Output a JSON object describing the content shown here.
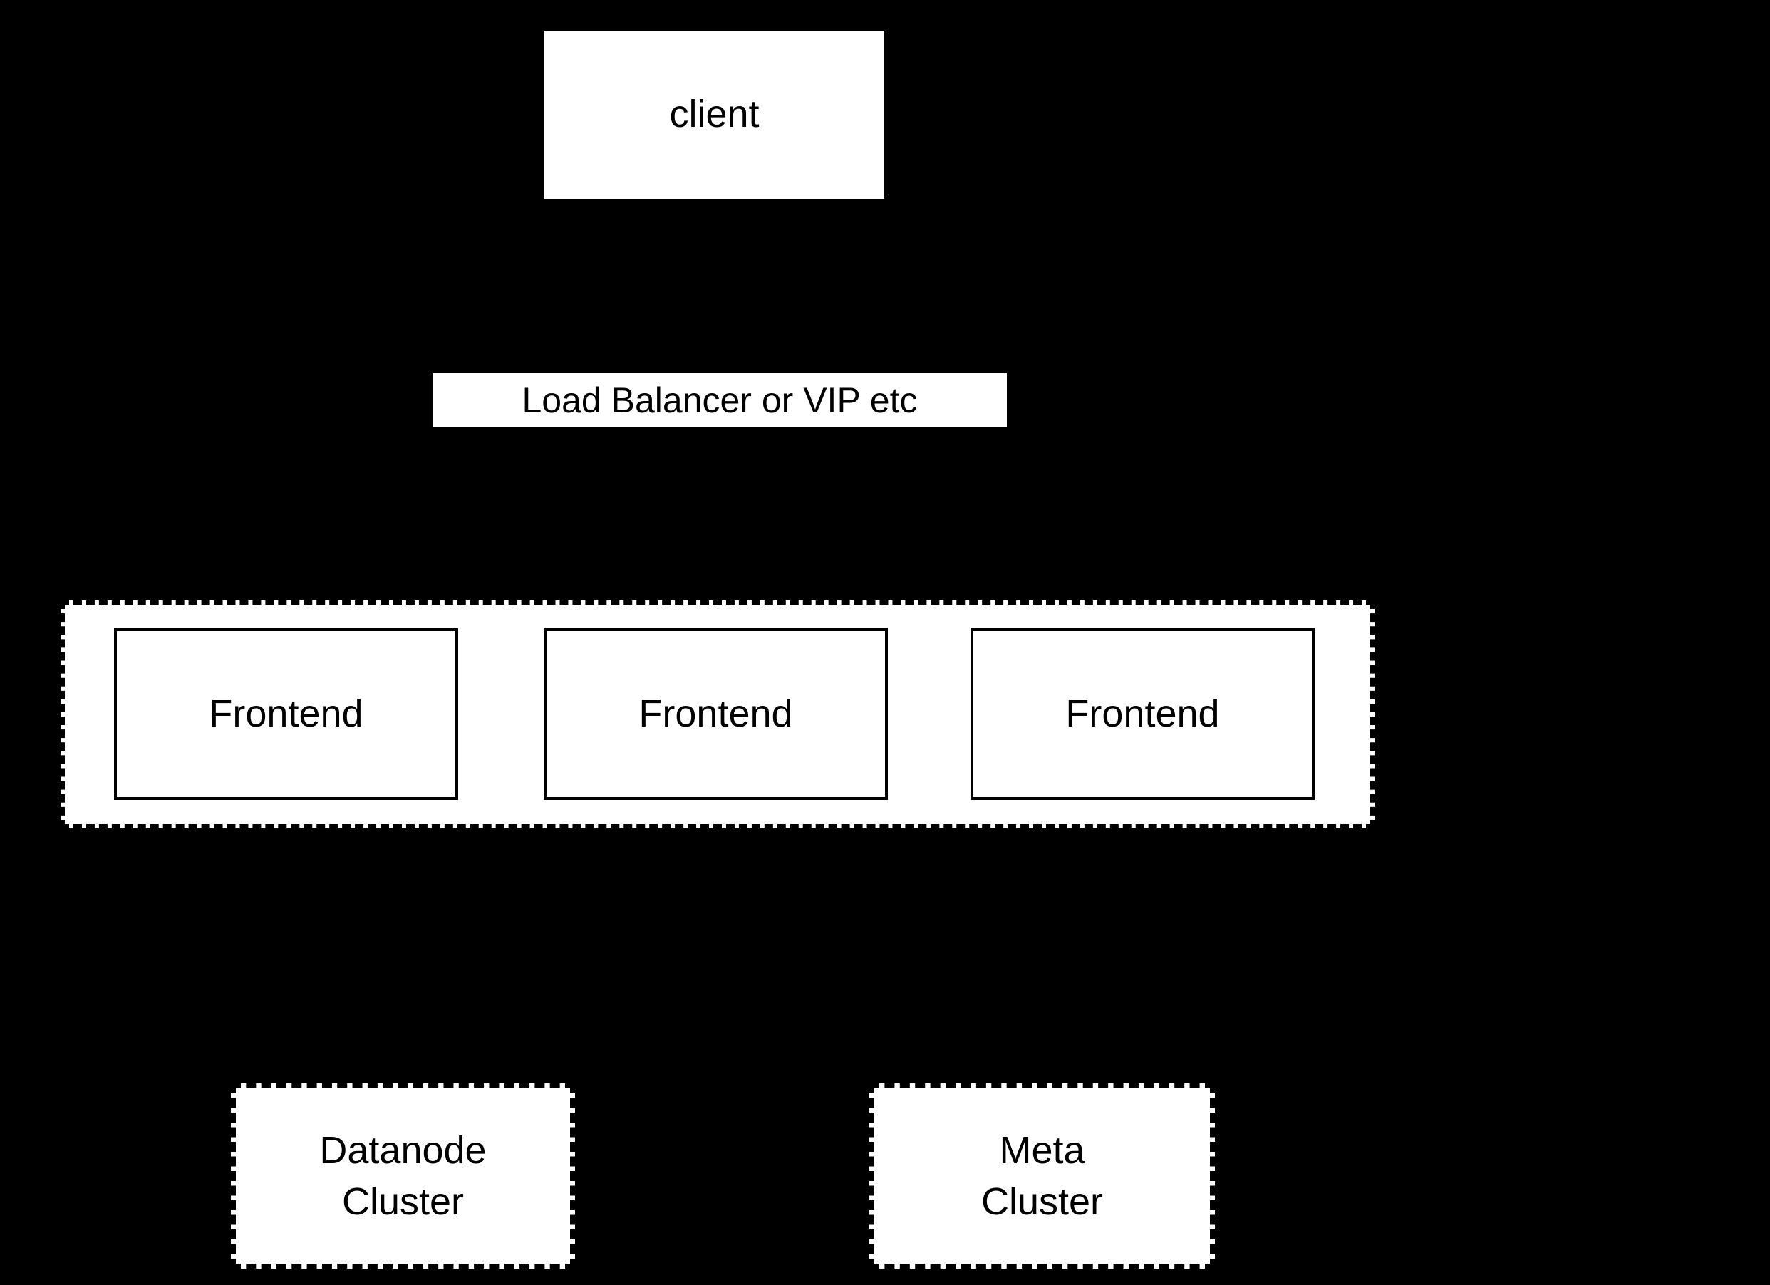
{
  "diagram": {
    "background_color": "#000000",
    "node_fill_color": "#ffffff",
    "line_color": "#000000",
    "client_node": {
      "label": "client"
    },
    "load_balancer_node": {
      "label": "Load Balancer or VIP etc"
    },
    "frontend_group": {
      "nodes": [
        {
          "label": "Frontend"
        },
        {
          "label": "Frontend"
        },
        {
          "label": "Frontend"
        }
      ]
    },
    "datanode_cluster_node": {
      "label_line1": "Datanode",
      "label_line2": "Cluster"
    },
    "meta_cluster_node": {
      "label_line1": "Meta",
      "label_line2": "Cluster"
    }
  }
}
